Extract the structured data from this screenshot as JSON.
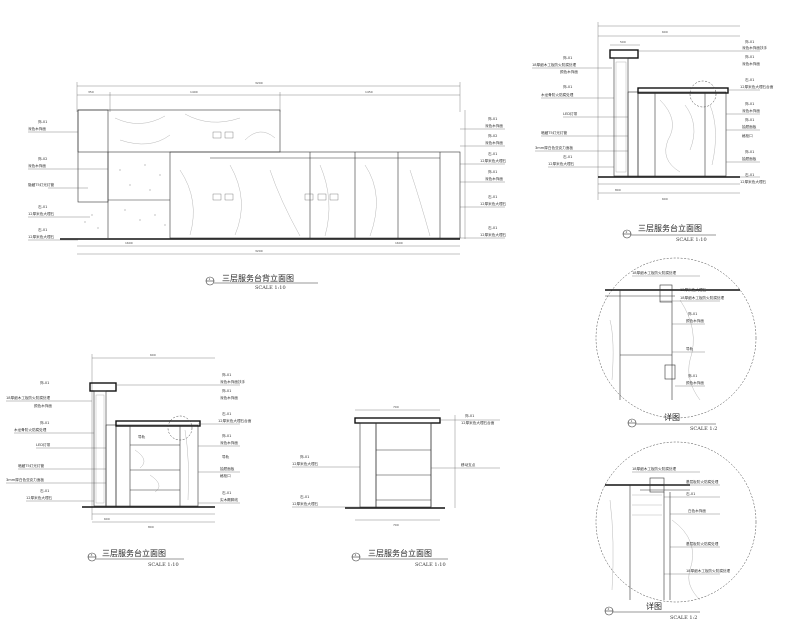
{
  "drawings": {
    "back_elevation": {
      "title": "三层服务台背立面图",
      "scale": "SCALE   1:10",
      "number": "1",
      "left_labels": [
        "饰-01",
        "深色木饰面",
        "饰-02",
        "深色木饰面",
        "隐藏T5灯光灯管",
        "石-01",
        "12厚米色大理石",
        "石-01",
        "12厚米色大理石"
      ],
      "right_labels": [
        "饰-01",
        "深色木饰面",
        "饰-02",
        "深色木饰面",
        "石-01",
        "12厚米色大理石",
        "饰-01",
        "深色木饰面",
        "石-01",
        "12厚米色大理石",
        "石-01",
        "12厚米色大理石"
      ],
      "dims_top": [
        "3200",
        "350",
        "1400",
        "1450"
      ],
      "dims_bottom": [
        "3200",
        "1600",
        "1600"
      ]
    },
    "elevation_b": {
      "title": "三层服务台立面图",
      "scale": "SCALE   1:10",
      "number": "2",
      "left_labels": [
        "饰-01",
        "18厚细木工板防火防腐处理",
        "颜色木饰面",
        "饰-01",
        "木龙骨防火防腐处理",
        "LED灯带",
        "暗藏T5灯光灯管",
        "3mm厚白色亚克力面板",
        "石-01",
        "12厚米色大理石"
      ],
      "right_labels": [
        "饰-01",
        "深色木饰面扶手",
        "饰-01",
        "深色木饰面",
        "石-01",
        "12厚米色大理石台面",
        "饰-01",
        "深色木饰面",
        "饰-01",
        "抽屉面板",
        "格柜口",
        "饰-01",
        "抽屉面板",
        "石-01",
        "12厚米色大理石"
      ],
      "dims_top": [
        "600",
        "500"
      ],
      "dims_bottom": [
        "800",
        "600"
      ]
    },
    "elevation_c": {
      "title": "三层服务台立面图",
      "scale": "SCALE   1:10",
      "number": "3",
      "left_labels": [
        "饰-01",
        "18厚细木工板防火防腐处理",
        "颜色木饰面",
        "饰-01",
        "木龙骨防火防腐处理",
        "LED灯带",
        "暗藏T5灯光灯管",
        "3mm厚白色亚克力面板",
        "石-01",
        "12厚米色大理石"
      ],
      "right_labels": [
        "饰-01",
        "深色木饰面扶手",
        "饰-01",
        "深色木饰面",
        "石-01",
        "12厚米色大理石台面",
        "饰-01",
        "深色木饰面",
        "导轨",
        "抽屉面板",
        "格柜口",
        "石-01",
        "实木踢脚线"
      ],
      "inner_label": "导轨",
      "dims_top": [
        "600"
      ],
      "dims_bottom": [
        "600",
        "800"
      ]
    },
    "elevation_d": {
      "title": "三层服务台立面图",
      "scale": "SCALE   1:10",
      "number": "4",
      "left_labels": [
        "饰-01",
        "12厚米色大理石",
        "石-01",
        "12厚米色大理石"
      ],
      "right_labels": [
        "饰-01",
        "12厚米色大理石台面",
        "移动支点"
      ],
      "dims_top": [
        "700"
      ],
      "dims_bottom": [
        "700"
      ]
    },
    "detail_1": {
      "title": "详图",
      "scale": "SCALE   1:2",
      "number": "1",
      "labels": [
        "18厚细木工板防火防腐处理",
        "12厚米色大理石",
        "18厚细木工板防火防腐处理",
        "饰-01",
        "颜色木饰面",
        "导轨",
        "饰-01",
        "颜色木饰面"
      ]
    },
    "detail_2": {
      "title": "详图",
      "scale": "SCALE   1:2",
      "number": "2",
      "labels": [
        "18厚细木工板防火防腐处理",
        "基层板防火防腐处理",
        "石-01",
        "白色木饰面",
        "基层板防火防腐处理",
        "18厚细木工板防火防腐处理"
      ]
    }
  }
}
